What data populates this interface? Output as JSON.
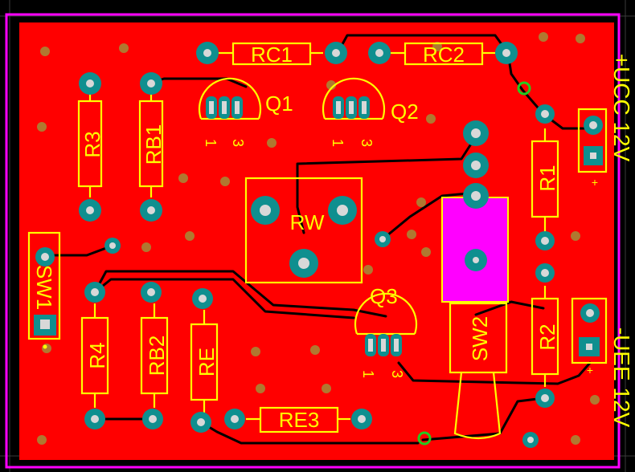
{
  "board": {
    "copper_color": "#ff0000",
    "background_color": "#000000",
    "outline_color": "#ff00ff",
    "silkscreen_color": "#ffff00",
    "pad_color": "#0f8f8f",
    "via_color": "#b07830",
    "hole_color": "#d8d8d8",
    "switch_body_color": "#ff00ff",
    "test_point_color": "#22cc22"
  },
  "components": {
    "rc1": "RC1",
    "rc2": "RC2",
    "r3": "R3",
    "rb1": "RB1",
    "q1": "Q1",
    "q2": "Q2",
    "q3": "Q3",
    "rw": "RW",
    "r1": "R1",
    "r2": "R2",
    "sw1": "SW1",
    "sw2": "SW2",
    "r4": "R4",
    "rb2": "RB2",
    "re": "RE",
    "re3": "RE3"
  },
  "pin_marks": {
    "one": "1",
    "three": "3",
    "plus": "+"
  },
  "connectors": {
    "vcc": "+UCC 12V",
    "vee": "-UEE 12V"
  }
}
